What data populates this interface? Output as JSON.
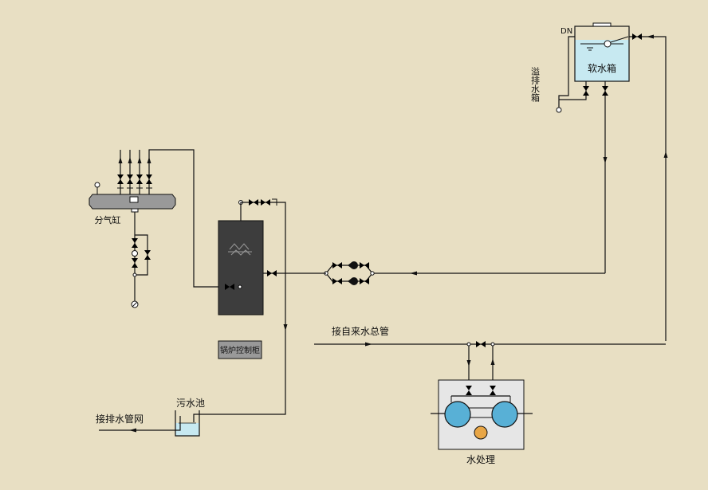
{
  "diagram": {
    "labels": {
      "dn": "DN",
      "overflow": "溢排水箱",
      "soft_tank": "软水箱",
      "header": "分气缸",
      "control_cabinet": "锅炉控制柜",
      "mains": "接自来水总管",
      "sewage_pool": "污水池",
      "drain_network": "接排水管网",
      "water_treatment": "水处理"
    },
    "colors": {
      "background": "#e8dfc3",
      "water": "#c7e9f1",
      "boiler": "#3d3d3d",
      "treatment_box": "#e6e6e6",
      "softener": "#58b0d6",
      "salt_tank": "#e8a646",
      "pipe": "#111111"
    }
  }
}
